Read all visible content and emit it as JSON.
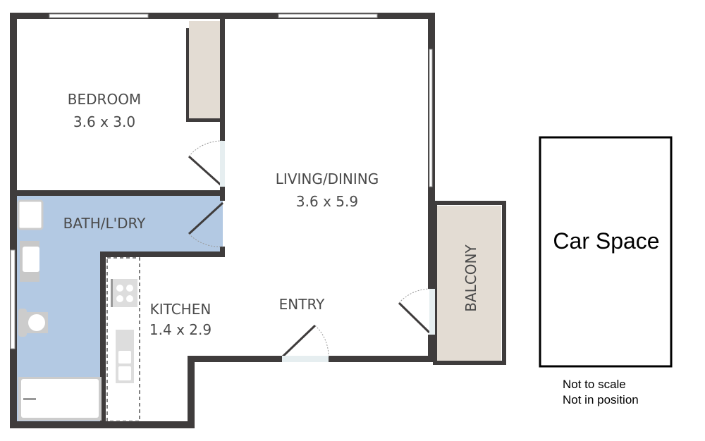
{
  "rooms": {
    "bedroom": {
      "name": "BEDROOM",
      "size": "3.6 x 3.0"
    },
    "living": {
      "name": "LIVING/DINING",
      "size": "3.6 x 5.9"
    },
    "bath": {
      "name": "BATH/L'DRY"
    },
    "kitchen": {
      "name": "KITCHEN",
      "size": "1.4 x 2.9"
    },
    "entry": {
      "name": "ENTRY"
    },
    "balcony": {
      "name": "BALCONY"
    }
  },
  "car_space": {
    "label": "Car Space"
  },
  "notes": [
    "Not to scale",
    "Not in position"
  ],
  "colors": {
    "wall": "#3f3c3c",
    "bath": "#b3c9e3",
    "balcony": "#e3dcd3"
  }
}
